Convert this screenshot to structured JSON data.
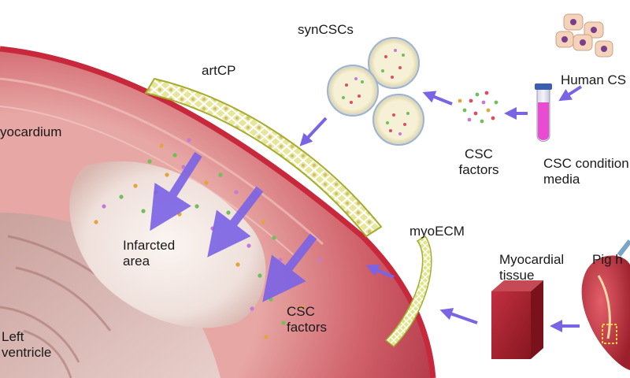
{
  "labels": {
    "myocardium": "yocardium",
    "left_ventricle_line1": "Left",
    "left_ventricle_line2": "ventricle",
    "infarcted_line1": "Infarcted",
    "infarcted_line2": "area",
    "csc_factors_heart_line1": "CSC",
    "csc_factors_heart_line2": "factors",
    "artcp": "artCP",
    "syncscs": "synCSCs",
    "human_csc": "Human CS",
    "csc_factors_top_line1": "CSC",
    "csc_factors_top_line2": "factors",
    "conditioned_line1": "CSC condition",
    "conditioned_line2": "media",
    "myoecm": "myoECM",
    "myocardial_tissue_line1": "Myocardial",
    "myocardial_tissue_line2": "tissue",
    "pig_heart": "Pig h"
  },
  "colors": {
    "arrow": "#7b63e6",
    "patch": "#d9dd7a",
    "patch_outline": "#a7ac2e",
    "heart_wall": "#c9515d",
    "infarct": "#efe3df",
    "tissue_block": "#a8202c",
    "media_tube": "#e94bd3"
  }
}
